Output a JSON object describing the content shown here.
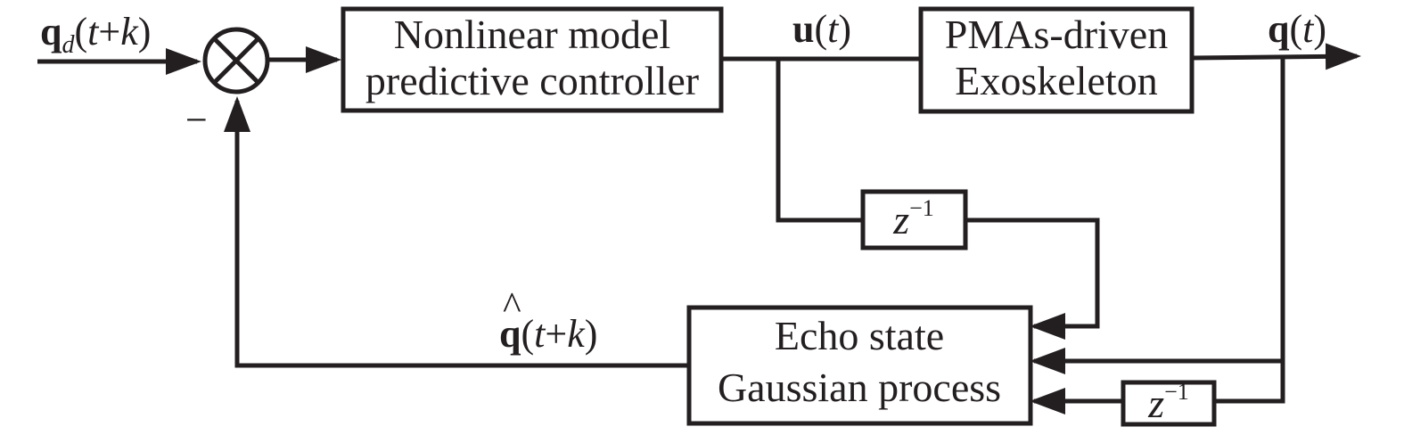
{
  "blocks": {
    "nmpc": {
      "line1": "Nonlinear model",
      "line2": "predictive controller"
    },
    "plant": {
      "line1": "PMAs-driven",
      "line2": "Exoskeleton"
    },
    "esgp": {
      "line1": "Echo state",
      "line2": "Gaussian process"
    },
    "delay_top": {
      "var": "z",
      "exp": "−1"
    },
    "delay_bottom": {
      "var": "z",
      "exp": "−1"
    }
  },
  "signals": {
    "reference": {
      "sym": "q",
      "sub": "d",
      "open": "(",
      "arg": "t",
      "plus": "+",
      "k": "k",
      "close": ")"
    },
    "control": {
      "sym": "u",
      "open": "(",
      "arg": "t",
      "close": ")"
    },
    "output": {
      "sym": "q",
      "open": "(",
      "arg": "t",
      "close": ")"
    },
    "prediction": {
      "hat": "^",
      "sym": "q",
      "open": "(",
      "arg": "t",
      "plus": "+",
      "k": "k",
      "close": ")"
    },
    "minus_sign": "−"
  },
  "colors": {
    "ink": "#231f20",
    "background": "#ffffff"
  }
}
